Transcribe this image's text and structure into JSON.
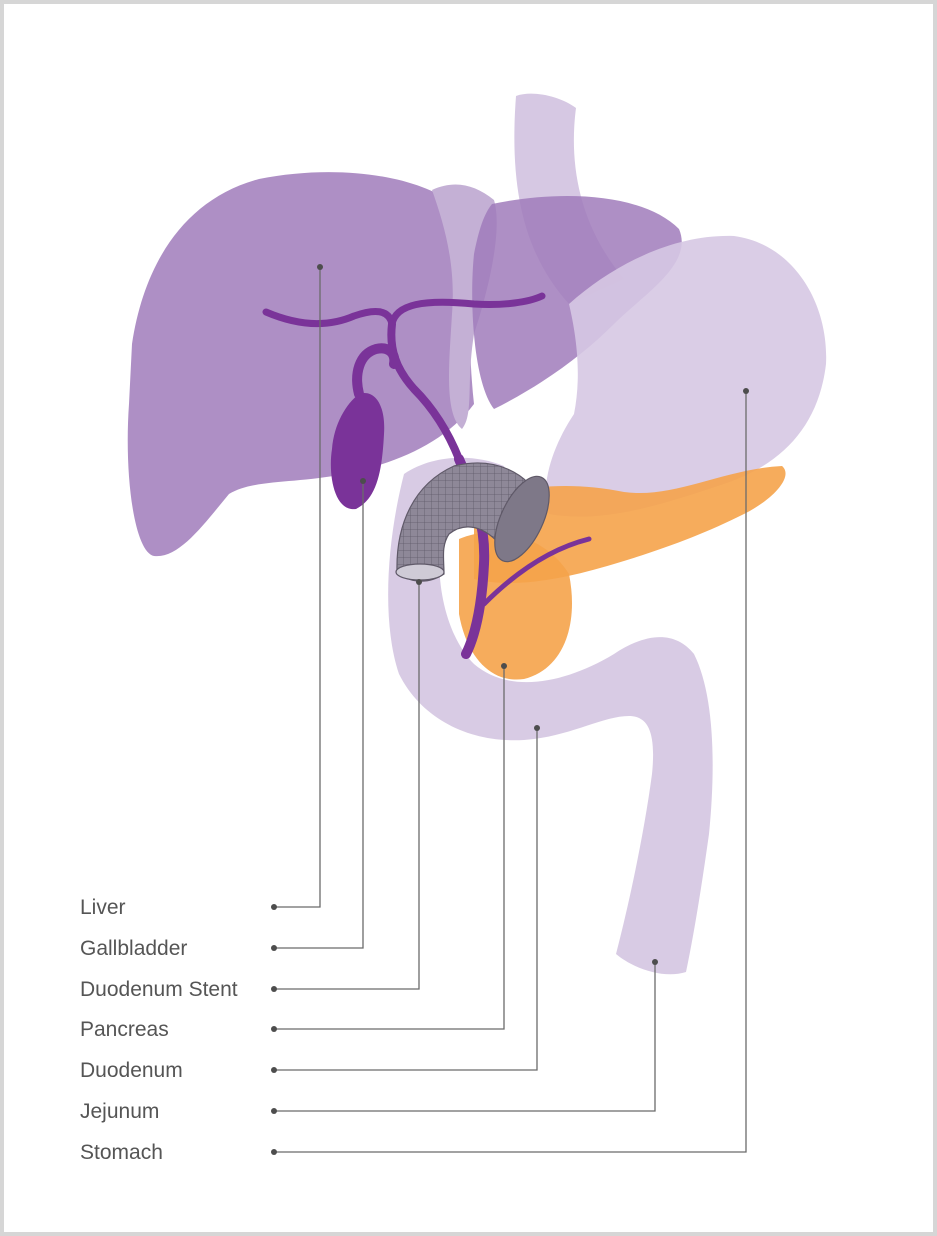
{
  "colors": {
    "liver": "#a07bbb",
    "stomach": "#d6c8e3",
    "duct": "#7a3399",
    "pancreas": "#f5a34a",
    "stent": "#6f6a76",
    "leader": "#6b6b6b",
    "label": "#555555",
    "frame": "#d6d6d6"
  },
  "labels": [
    {
      "id": "liver",
      "text": "Liver"
    },
    {
      "id": "gallbladder",
      "text": "Gallbladder"
    },
    {
      "id": "duodenum-stent",
      "text": "Duodenum Stent"
    },
    {
      "id": "pancreas",
      "text": "Pancreas"
    },
    {
      "id": "duodenum",
      "text": "Duodenum"
    },
    {
      "id": "jejunum",
      "text": "Jejunum"
    },
    {
      "id": "stomach",
      "text": "Stomach"
    }
  ]
}
